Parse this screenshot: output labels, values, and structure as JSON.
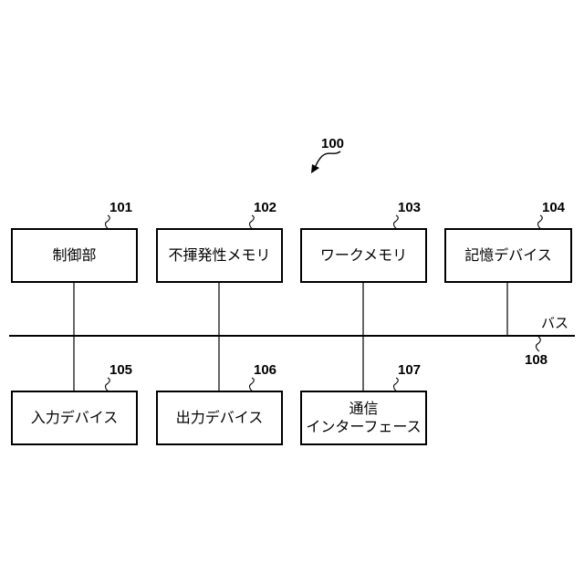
{
  "diagram": {
    "system_ref": "100",
    "bus": {
      "label": "バス",
      "ref": "108"
    },
    "blocks": [
      {
        "id": "control",
        "ref": "101",
        "lines": [
          "制御部"
        ]
      },
      {
        "id": "nonvolatile-memory",
        "ref": "102",
        "lines": [
          "不揮発性メモリ"
        ]
      },
      {
        "id": "work-memory",
        "ref": "103",
        "lines": [
          "ワークメモリ"
        ]
      },
      {
        "id": "storage-device",
        "ref": "104",
        "lines": [
          "記憶デバイス"
        ]
      },
      {
        "id": "input-device",
        "ref": "105",
        "lines": [
          "入力デバイス"
        ]
      },
      {
        "id": "output-device",
        "ref": "106",
        "lines": [
          "出力デバイス"
        ]
      },
      {
        "id": "communication-interface",
        "ref": "107",
        "lines": [
          "通信",
          "インターフェース"
        ]
      }
    ]
  }
}
